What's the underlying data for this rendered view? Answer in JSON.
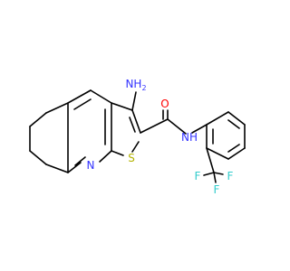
{
  "molecule": {
    "atoms": {
      "amino_n": "NH",
      "amino_h_count": "2",
      "carbonyl_o": "O",
      "amide_nh": "NH",
      "ring_s": "S",
      "ring_n": "N",
      "f1": "F",
      "f2": "F",
      "f3": "F"
    },
    "colors": {
      "bond": "#000000",
      "nitrogen": "#3333ff",
      "oxygen": "#ff0000",
      "sulfur": "#b2b200",
      "fluorine": "#33cccc"
    }
  }
}
